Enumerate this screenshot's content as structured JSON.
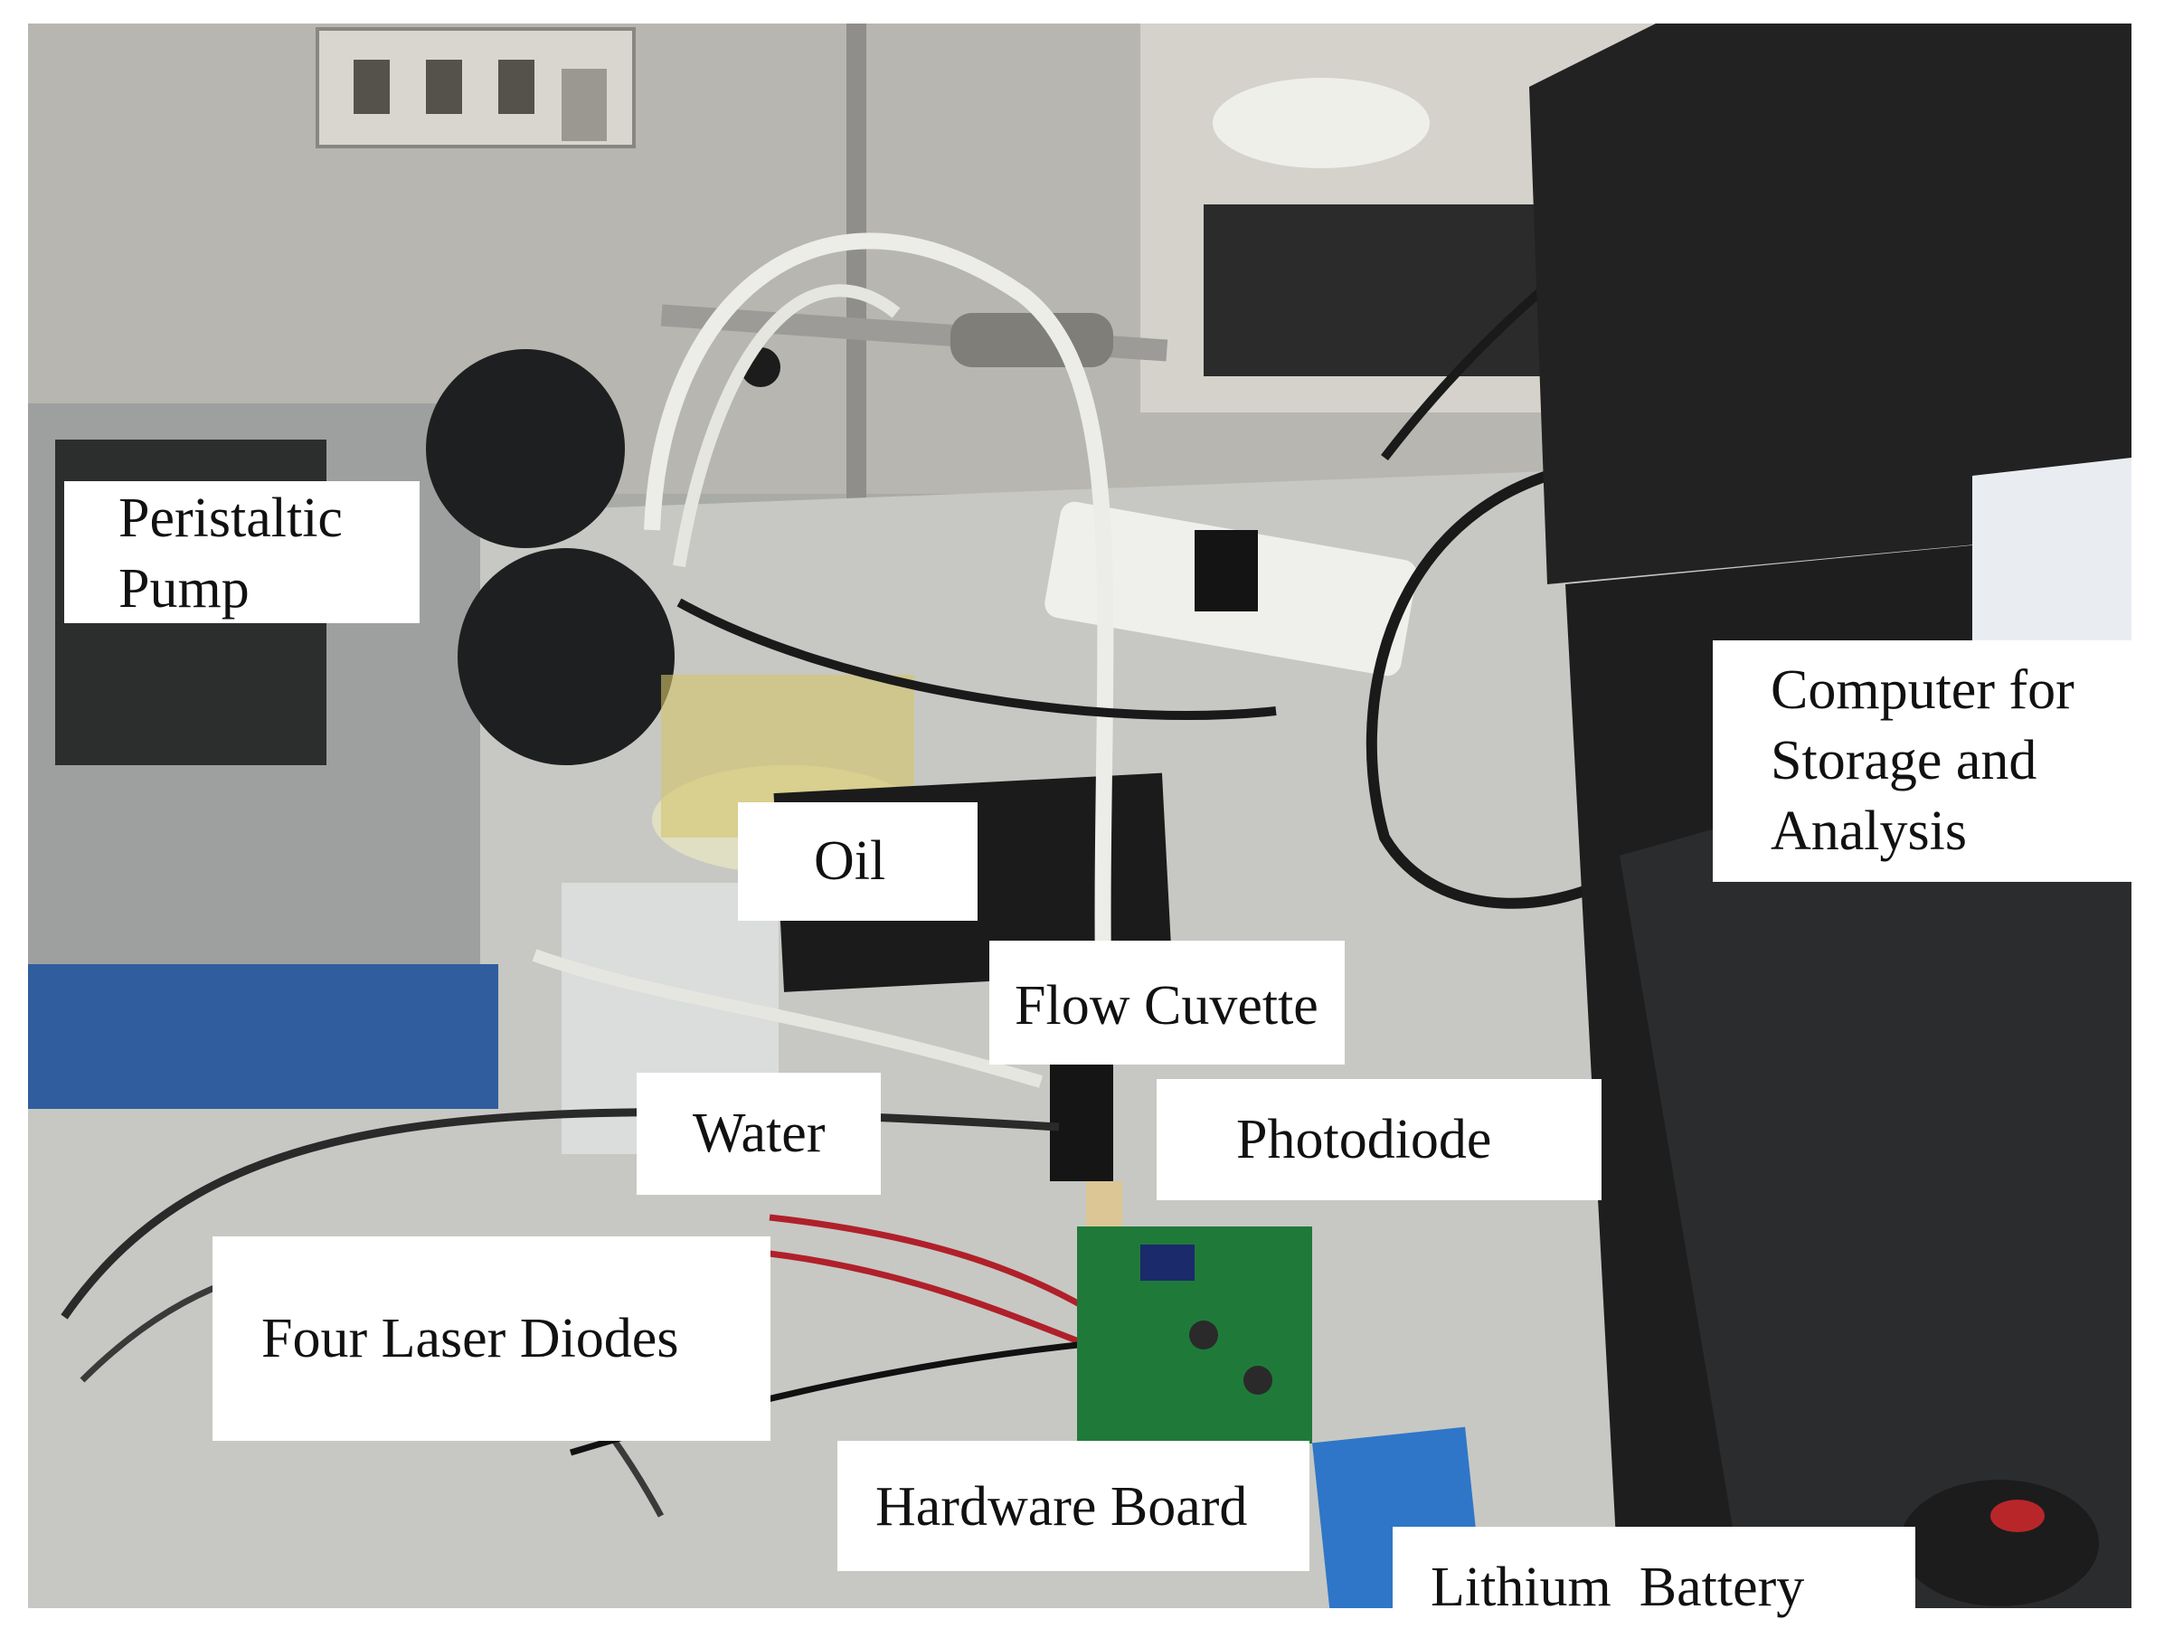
{
  "figure": {
    "labels": {
      "peristaltic_pump": "Peristaltic\nPump",
      "oil": "Oil",
      "flow_cuvette": "Flow Cuvette",
      "water": "Water",
      "photodiode": "Photodiode",
      "four_laser_diodes": "Four Laser Diodes",
      "hardware_board": "Hardware Board",
      "lithium_battery": "Lithium  Battery",
      "computer": "Computer for\nStorage and\nAnalysis"
    }
  }
}
